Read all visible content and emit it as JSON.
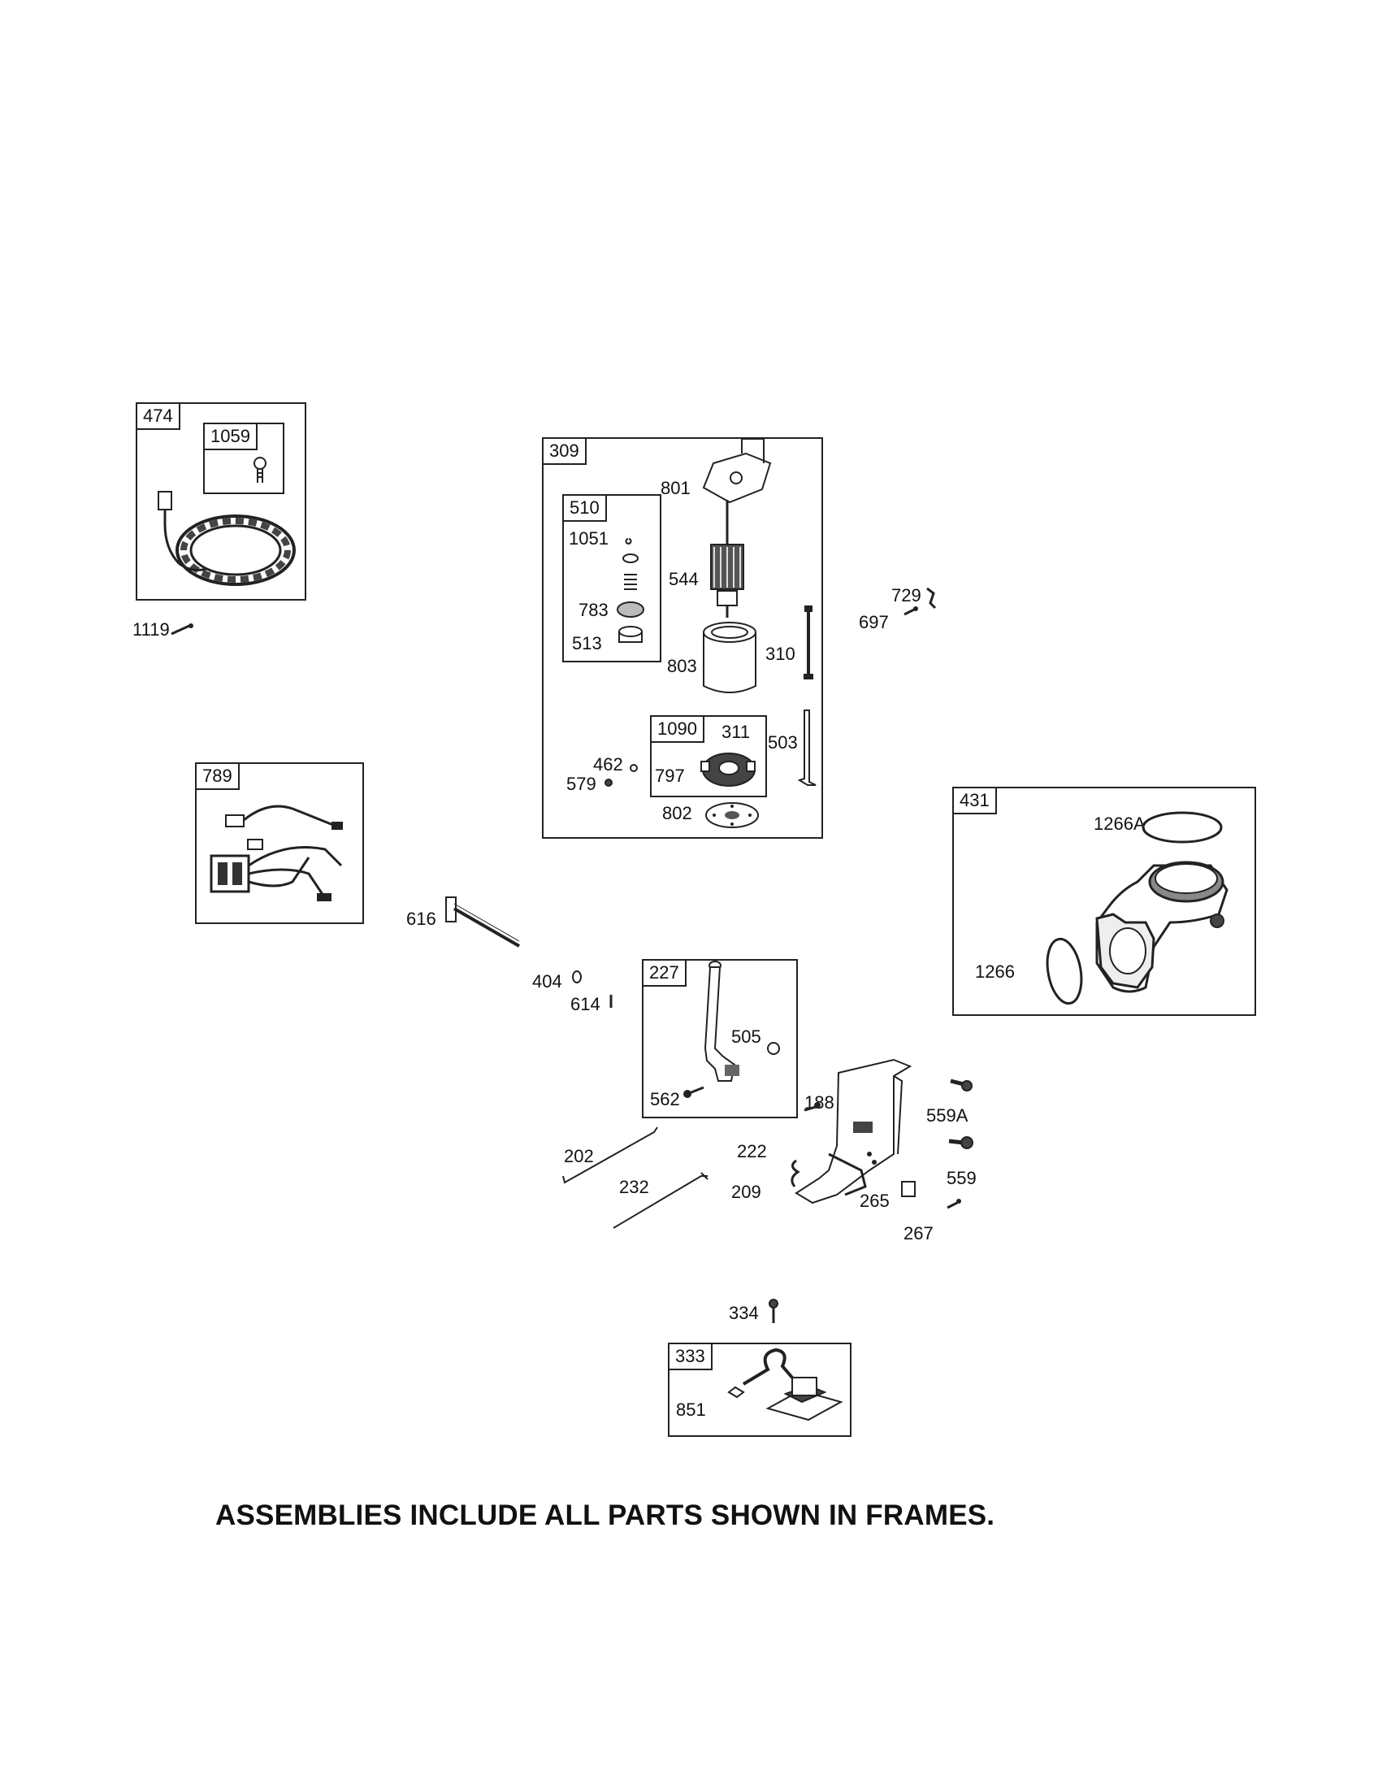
{
  "assemblies": {
    "a474": "474",
    "a1059": "1059",
    "a309": "309",
    "a510": "510",
    "a1090": "1090",
    "a789": "789",
    "a431": "431",
    "a227": "227",
    "a333": "333"
  },
  "parts": {
    "p1119": "1119",
    "p801": "801",
    "p1051": "1051",
    "p544": "544",
    "p783": "783",
    "p513": "513",
    "p803": "803",
    "p310": "310",
    "p729": "729",
    "p697": "697",
    "p311": "311",
    "p462": "462",
    "p797": "797",
    "p579": "579",
    "p503": "503",
    "p802": "802",
    "p1266A": "1266A",
    "p1266": "1266",
    "p616": "616",
    "p404": "404",
    "p614": "614",
    "p505": "505",
    "p562": "562",
    "p188": "188",
    "p559A": "559A",
    "p559": "559",
    "p202": "202",
    "p232": "232",
    "p222": "222",
    "p209": "209",
    "p265": "265",
    "p267": "267",
    "p334": "334",
    "p851": "851"
  },
  "footer": "ASSEMBLIES INCLUDE ALL PARTS SHOWN IN FRAMES."
}
